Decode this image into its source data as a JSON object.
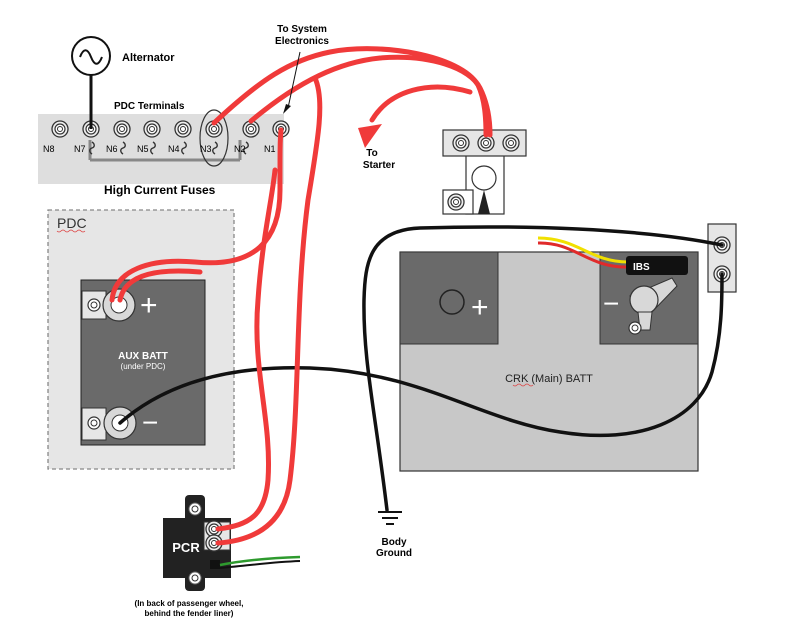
{
  "labels": {
    "alternator": "Alternator",
    "pdc_terminals": "PDC Terminals",
    "high_current_fuses": "High Current Fuses",
    "to_system_1": "To System",
    "to_system_2": "Electronics",
    "to_starter_1": "To",
    "to_starter_2": "Starter",
    "pdc": "PDC",
    "aux_batt": "AUX BATT",
    "aux_batt_sub": "(under PDC)",
    "crk_batt": "CRK (Main) BATT",
    "ibs": "IBS",
    "body_ground_1": "Body",
    "body_ground_2": "Ground",
    "pcr": "PCR",
    "pcr_note_1": "(In back of passenger wheel,",
    "pcr_note_2": "behind the fender liner)",
    "plus": "+",
    "minus": "−"
  },
  "terminals": [
    "N8",
    "N7",
    "N6",
    "N5",
    "N4",
    "N3",
    "N2",
    "N1"
  ],
  "colors": {
    "positive_cable": "#f03a3a",
    "ground_cable": "#111111",
    "battery_body": "#6a6a6a",
    "battery_case": "#c8c8c8",
    "pdc_panel": "#e6e6e6"
  }
}
